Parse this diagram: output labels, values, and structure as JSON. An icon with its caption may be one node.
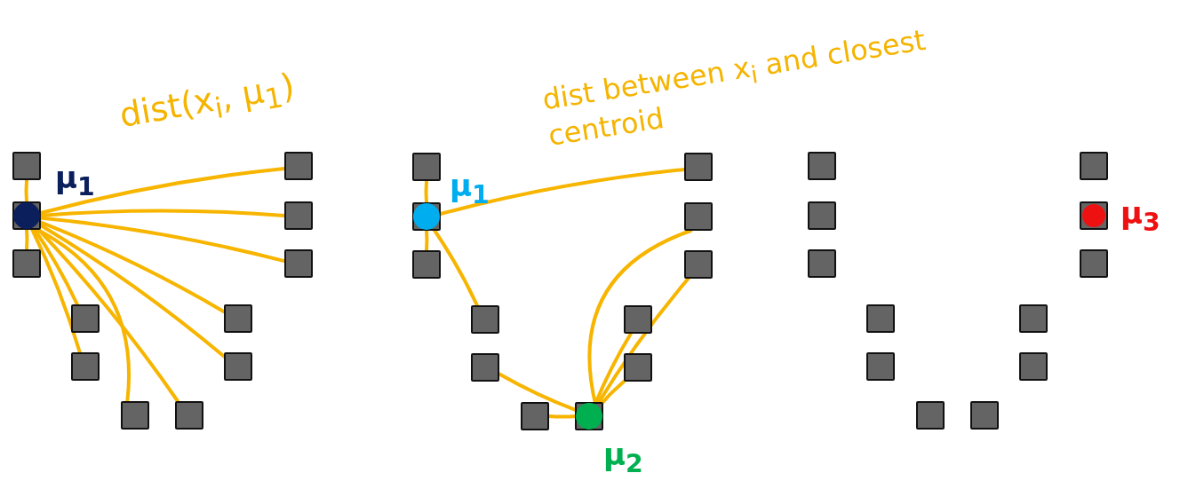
{
  "diagram": {
    "nodes": [
      {
        "text": [],
        "shape": "box"
      },
      {
        "text": [],
        "shape": "box"
      },
      {
        "text": [],
        "shape": "box"
      },
      {
        "text": [],
        "shape": "box"
      },
      {
        "text": [],
        "shape": "box"
      },
      {
        "text": [],
        "shape": "box"
      },
      {
        "text": [],
        "shape": "box"
      },
      {
        "text": [],
        "shape": "box"
      },
      {
        "text": [],
        "shape": "box"
      },
      {
        "text": [],
        "shape": "box"
      },
      {
        "text": [],
        "shape": "box"
      },
      {
        "text": [],
        "shape": "box"
      },
      {
        "text": [],
        "shape": "circle",
        "beside": [
          "μ$_{1}$"
        ],
        "in": 2
      },
      {
        "text": [],
        "shape": "box"
      },
      {
        "text": [],
        "shape": "box"
      },
      {
        "text": [],
        "shape": "box"
      },
      {
        "text": [],
        "shape": "box"
      },
      {
        "text": [],
        "shape": "box"
      },
      {
        "text": [],
        "shape": "box"
      },
      {
        "text": [],
        "shape": "box"
      },
      {
        "text": [],
        "shape": "box"
      },
      {
        "text": [],
        "shape": "box"
      },
      {
        "text": [],
        "shape": "box"
      },
      {
        "text": [],
        "shape": "box"
      },
      {
        "text": [],
        "shape": "box"
      },
      {
        "text": [],
        "shape": "circle",
        "beside": [
          "μ$_{1}$"
        ],
        "in": 15
      },
      {
        "text": [],
        "shape": "circle",
        "beside": [
          "μ$_{2}$"
        ],
        "in": 24
      },
      {
        "text": [],
        "shape": "box"
      },
      {
        "text": [],
        "shape": "box"
      },
      {
        "text": [],
        "shape": "box"
      },
      {
        "text": [],
        "shape": "box"
      },
      {
        "text": [],
        "shape": "box"
      },
      {
        "text": [],
        "shape": "box"
      },
      {
        "text": [],
        "shape": "box"
      },
      {
        "text": [],
        "shape": "box"
      },
      {
        "text": [],
        "shape": "box"
      },
      {
        "text": [],
        "shape": "box"
      },
      {
        "text": [],
        "shape": "box"
      },
      {
        "text": [],
        "shape": "box"
      },
      {
        "text": [],
        "shape": "circle",
        "beside": [
          "μ$_{3}$"
        ],
        "in": 30
      }
    ],
    "edges": [
      {
        "from": 12,
        "to": 0,
        "arrow": "none"
      },
      {
        "from": 12,
        "to": 1,
        "arrow": "none"
      },
      {
        "from": 12,
        "to": 3,
        "arrow": "none"
      },
      {
        "from": 12,
        "to": 4,
        "arrow": "none"
      },
      {
        "from": 12,
        "to": 5,
        "arrow": "none"
      },
      {
        "from": 12,
        "to": 6,
        "arrow": "none"
      },
      {
        "from": 12,
        "to": 7,
        "arrow": "none"
      },
      {
        "from": 12,
        "to": 8,
        "arrow": "none"
      },
      {
        "from": 12,
        "to": 9,
        "arrow": "none"
      },
      {
        "from": 12,
        "to": 10,
        "arrow": "none"
      },
      {
        "from": 12,
        "to": 11,
        "arrow": "none"
      },
      {
        "from": 25,
        "to": 13,
        "arrow": "none"
      },
      {
        "from": 25,
        "to": 14,
        "arrow": "none"
      },
      {
        "from": 25,
        "to": 17,
        "arrow": "none"
      },
      {
        "from": 25,
        "to": 19,
        "arrow": "none"
      },
      {
        "from": 26,
        "to": 21,
        "arrow": "none"
      },
      {
        "from": 26,
        "to": 23,
        "arrow": "none"
      },
      {
        "from": 26,
        "to": 22,
        "arrow": "none"
      },
      {
        "from": 26,
        "to": 20,
        "arrow": "none"
      },
      {
        "from": 26,
        "to": 18,
        "arrow": "none"
      },
      {
        "from": 26,
        "to": 16,
        "arrow": "none"
      }
    ],
    "labels": [
      "dist(x$_{i}$, μ$_{1}$)",
      "dist between x$_{i}$ and closest centroid"
    ]
  }
}
